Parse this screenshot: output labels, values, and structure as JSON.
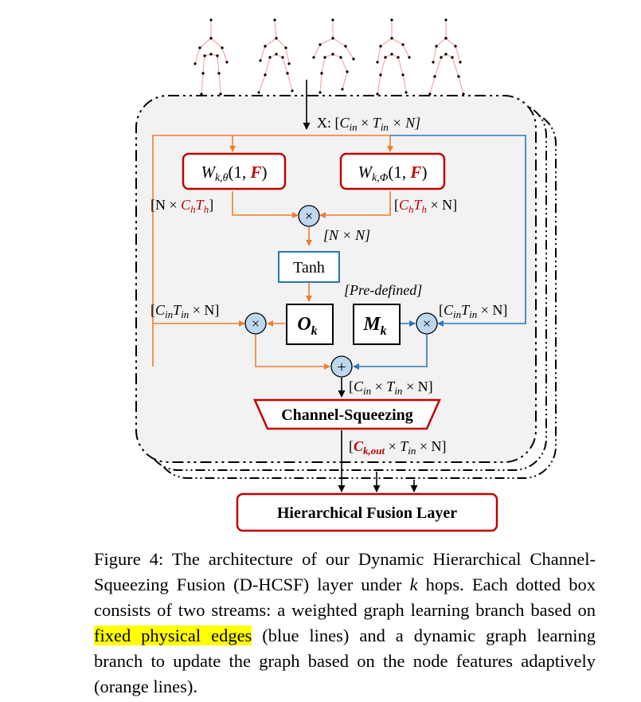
{
  "figure": {
    "input_label": {
      "prefix": "X: [",
      "c": "C",
      "c_sub": "in",
      "t": "T",
      "t_sub": "in",
      "rest": "× N]"
    },
    "w_theta": {
      "w": "W",
      "sub": "k,θ",
      "args_open": "(1, ",
      "f": "F",
      "args_close": ")"
    },
    "w_phi": {
      "w": "W",
      "sub": "k,Φ",
      "args_open": "(1, ",
      "f": "F",
      "args_close": ")"
    },
    "dim_left": {
      "open": "[N × ",
      "c": "C",
      "c_sub": "h",
      "t": "T",
      "t_sub": "h",
      "close": "]"
    },
    "dim_right": {
      "open": "[",
      "c": "C",
      "c_sub": "h",
      "t": "T",
      "t_sub": "h",
      "close": " × N]"
    },
    "dim_nn": "[N × N]",
    "tanh_label": "Tanh",
    "predefined_label": "[Pre-defined]",
    "o_k": {
      "base": "O",
      "sub": "k"
    },
    "m_k": {
      "base": "M",
      "sub": "k"
    },
    "dim_left_low": {
      "open": "[",
      "c": "C",
      "c_sub": "in",
      "t": "T",
      "t_sub": "in",
      "close": " × N]"
    },
    "dim_right_low": {
      "open": "[",
      "c": "C",
      "c_sub": "in",
      "t": "T",
      "t_sub": "in",
      "close": " × N]"
    },
    "dim_sum": {
      "open": "[",
      "c": "C",
      "c_sub": "in",
      "mid": " × ",
      "t": "T",
      "t_sub": "in",
      "close": " × N]"
    },
    "channel_squeezing": "Channel-Squeezing",
    "dim_out": {
      "open": "[",
      "c": "C",
      "c_sub": "k,out",
      "mid": " × ",
      "t": "T",
      "t_sub": "in",
      "close": " × N]"
    },
    "fusion_layer": "Hierarchical Fusion Layer",
    "multiply_symbol": "×",
    "plus_symbol": "+",
    "colors": {
      "orange": "#ed7d31",
      "blue": "#2e75b6",
      "red": "#c00000",
      "box_fill": "#f2f2f2"
    }
  },
  "caption": {
    "label": "Figure 4:",
    "text_before": " The architecture of our Dynamic Hierarchical Channel-Squeezing Fusion (D-HCSF) layer under ",
    "k": "k",
    "text_mid": " hops. Each dotted box consists of two streams: a weighted graph learning branch based on ",
    "highlight": "fixed physical edges",
    "text_after": " (blue lines) and a dynamic graph learning branch to update the graph based on the node features adaptively (orange lines)."
  }
}
